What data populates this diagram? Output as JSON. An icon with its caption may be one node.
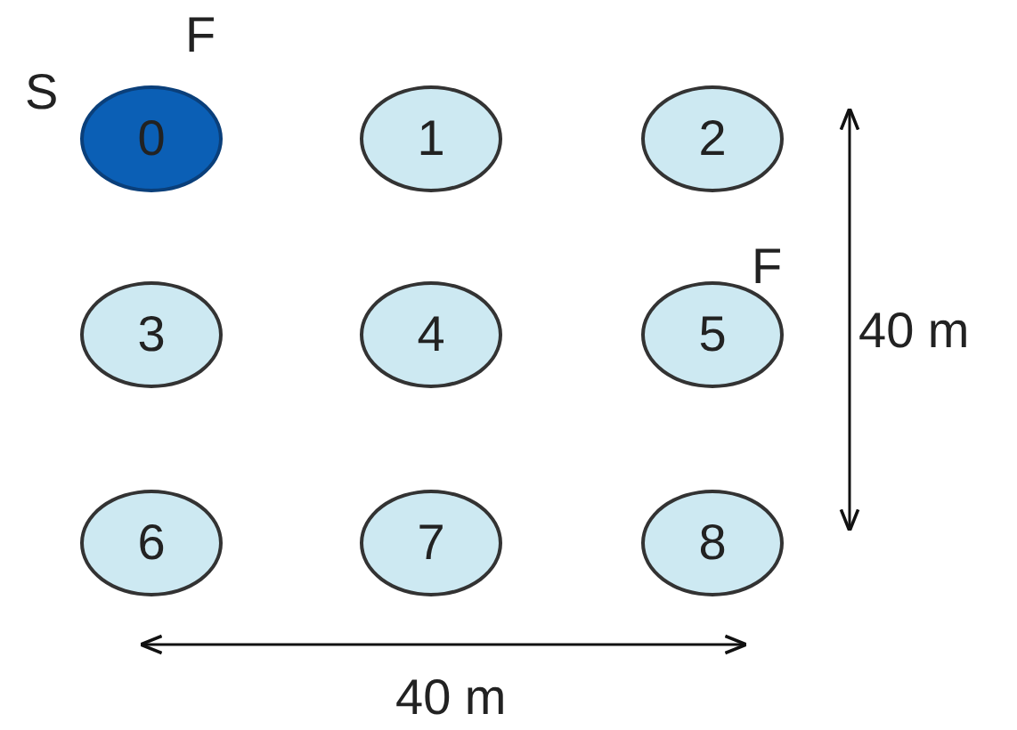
{
  "diagram": {
    "nodes": [
      {
        "text": [
          "0"
        ],
        "beside": [
          "S",
          "F"
        ]
      },
      {
        "text": [
          "1"
        ]
      },
      {
        "text": [
          "2"
        ]
      },
      {
        "text": [
          "3"
        ]
      },
      {
        "text": [
          "4"
        ]
      },
      {
        "text": [
          "5"
        ],
        "beside": [
          "F"
        ]
      },
      {
        "text": [
          "6"
        ]
      },
      {
        "text": [
          "7"
        ]
      },
      {
        "text": [
          "8"
        ]
      }
    ],
    "edges": [],
    "labels": [
      "40 m",
      "40 m"
    ]
  }
}
